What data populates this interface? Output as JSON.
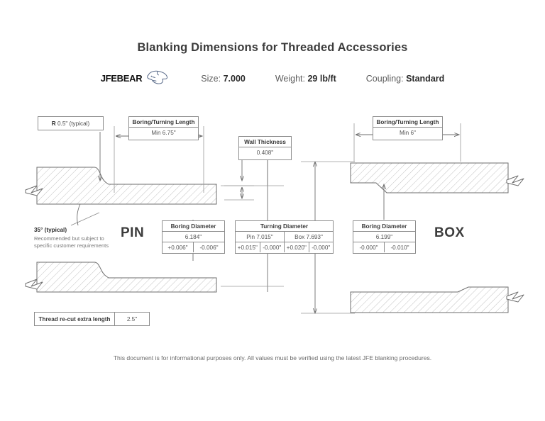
{
  "header": {
    "title": "Blanking Dimensions for Threaded Accessories",
    "logo_text": "JFEBEAR",
    "logo_icon": "bear-head-icon",
    "size_label": "Size:",
    "size_value": "7.000",
    "weight_label": "Weight:",
    "weight_value": "29 lb/ft",
    "coupling_label": "Coupling:",
    "coupling_value": "Standard"
  },
  "pin": {
    "label": "PIN",
    "radius_prefix": "R",
    "radius_value": "0.5\" (typical)",
    "boring_turning_length": {
      "header": "Boring/Turning Length",
      "value": "Min 6.75\""
    },
    "boring_diameter": {
      "header": "Boring Diameter",
      "value": "6.184\"",
      "tol_plus": "+0.006\"",
      "tol_minus": "-0.006\""
    },
    "angle_title": "35° (typical)",
    "angle_note_line1": "Recommended but subject to",
    "angle_note_line2": "specific customer requirements",
    "thread_recut": {
      "label": "Thread re-cut extra length",
      "value": "2.5\""
    }
  },
  "center": {
    "wall_thickness": {
      "header": "Wall Thickness",
      "value": "0.408\""
    },
    "turning_diameter": {
      "header": "Turning Diameter",
      "pin_value": "Pin 7.015\"",
      "box_value": "Box 7.693\"",
      "pin_tol_plus": "+0.015\"",
      "pin_tol_minus": "-0.000\"",
      "box_tol_plus": "+0.020\"",
      "box_tol_minus": "-0.000\""
    }
  },
  "box": {
    "label": "BOX",
    "boring_turning_length": {
      "header": "Boring/Turning Length",
      "value": "Min 6\""
    },
    "boring_diameter": {
      "header": "Boring Diameter",
      "value": "6.199\"",
      "tol_plus": "-0.000\"",
      "tol_minus": "-0.010\""
    }
  },
  "footer": {
    "disclaimer": "This document is for informational purposes only. All values must be verified using the latest JFE blanking procedures."
  },
  "colors": {
    "line": "#6e6e6e",
    "hatch": "#9a9a9a",
    "text": "#4a4a4a",
    "heading": "#3c3c3c",
    "box_border": "#8d8d8d",
    "background": "#ffffff"
  }
}
